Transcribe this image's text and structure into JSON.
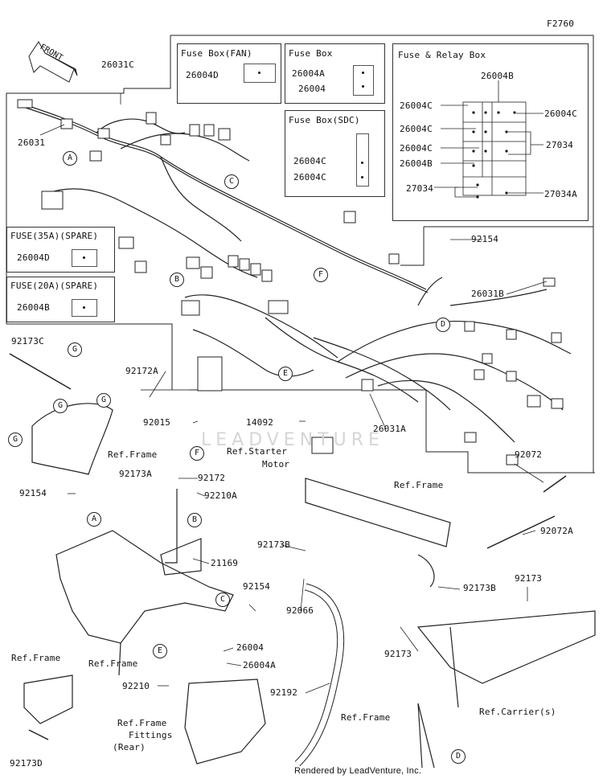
{
  "figure_code": "F2760",
  "front_label": "FRONT",
  "watermark": "LEADVENTURE",
  "footer": "Rendered by LeadVenture, Inc.",
  "boxes": {
    "fuse_fan": {
      "title": "Fuse Box(FAN)",
      "part": "26004D"
    },
    "fuse_box": {
      "title": "Fuse Box",
      "parts": [
        "26004A",
        "26004"
      ]
    },
    "fuse_sdc": {
      "title": "Fuse Box(SDC)",
      "parts": [
        "26004C",
        "26004C"
      ]
    },
    "fuse_relay": {
      "title": "Fuse & Relay Box",
      "parts": [
        "26004B",
        "26004C",
        "26004C",
        "26004C",
        "26004C",
        "27034",
        "26004B",
        "27034",
        "27034A"
      ]
    },
    "spare35": {
      "title": "FUSE(35A)(SPARE)",
      "part": "26004D"
    },
    "spare20": {
      "title": "FUSE(20A)(SPARE)",
      "part": "26004B"
    }
  },
  "labels": {
    "p26031C": "26031C",
    "p26031": "26031",
    "p92154_top": "92154",
    "p26031B": "26031B",
    "p92173C": "92173C",
    "p92172A": "92172A",
    "p92015": "92015",
    "p14092": "14092",
    "p26031A": "26031A",
    "ref_starter": "Ref.Starter",
    "motor": "Motor",
    "ref_frame_1": "Ref.Frame",
    "p92173A": "92173A",
    "p92172": "92172",
    "p92210A": "92210A",
    "p92154_left": "92154",
    "p21169": "21169",
    "p92154_mid": "92154",
    "ref_frame_2": "Ref.Frame",
    "ref_frame_3": "Ref.Frame",
    "p92173B_l": "92173B",
    "p92173B_r": "92173B",
    "p92066": "92066",
    "p92072": "92072",
    "p92072A": "92072A",
    "p92173_r": "92173",
    "p92173_l": "92173",
    "p26004": "26004",
    "p26004A": "26004A",
    "p92210": "92210",
    "p92192": "92192",
    "ref_frame_4": "Ref.Frame",
    "ref_fittings_1": "Ref.Frame",
    "ref_fittings_2": "Fittings",
    "ref_fittings_3": "(Rear)",
    "ref_frame_5": "Ref.Frame",
    "ref_carrier": "Ref.Carrier(s)",
    "p92173D": "92173D"
  },
  "callouts": {
    "A1": "A",
    "C1": "C",
    "B1": "B",
    "F1": "F",
    "D1": "D",
    "E1": "E",
    "G1": "G",
    "G2": "G",
    "G3": "G",
    "G4": "G",
    "F2": "F",
    "A2": "A",
    "B2": "B",
    "C2": "C",
    "E2": "E",
    "D2": "D"
  }
}
